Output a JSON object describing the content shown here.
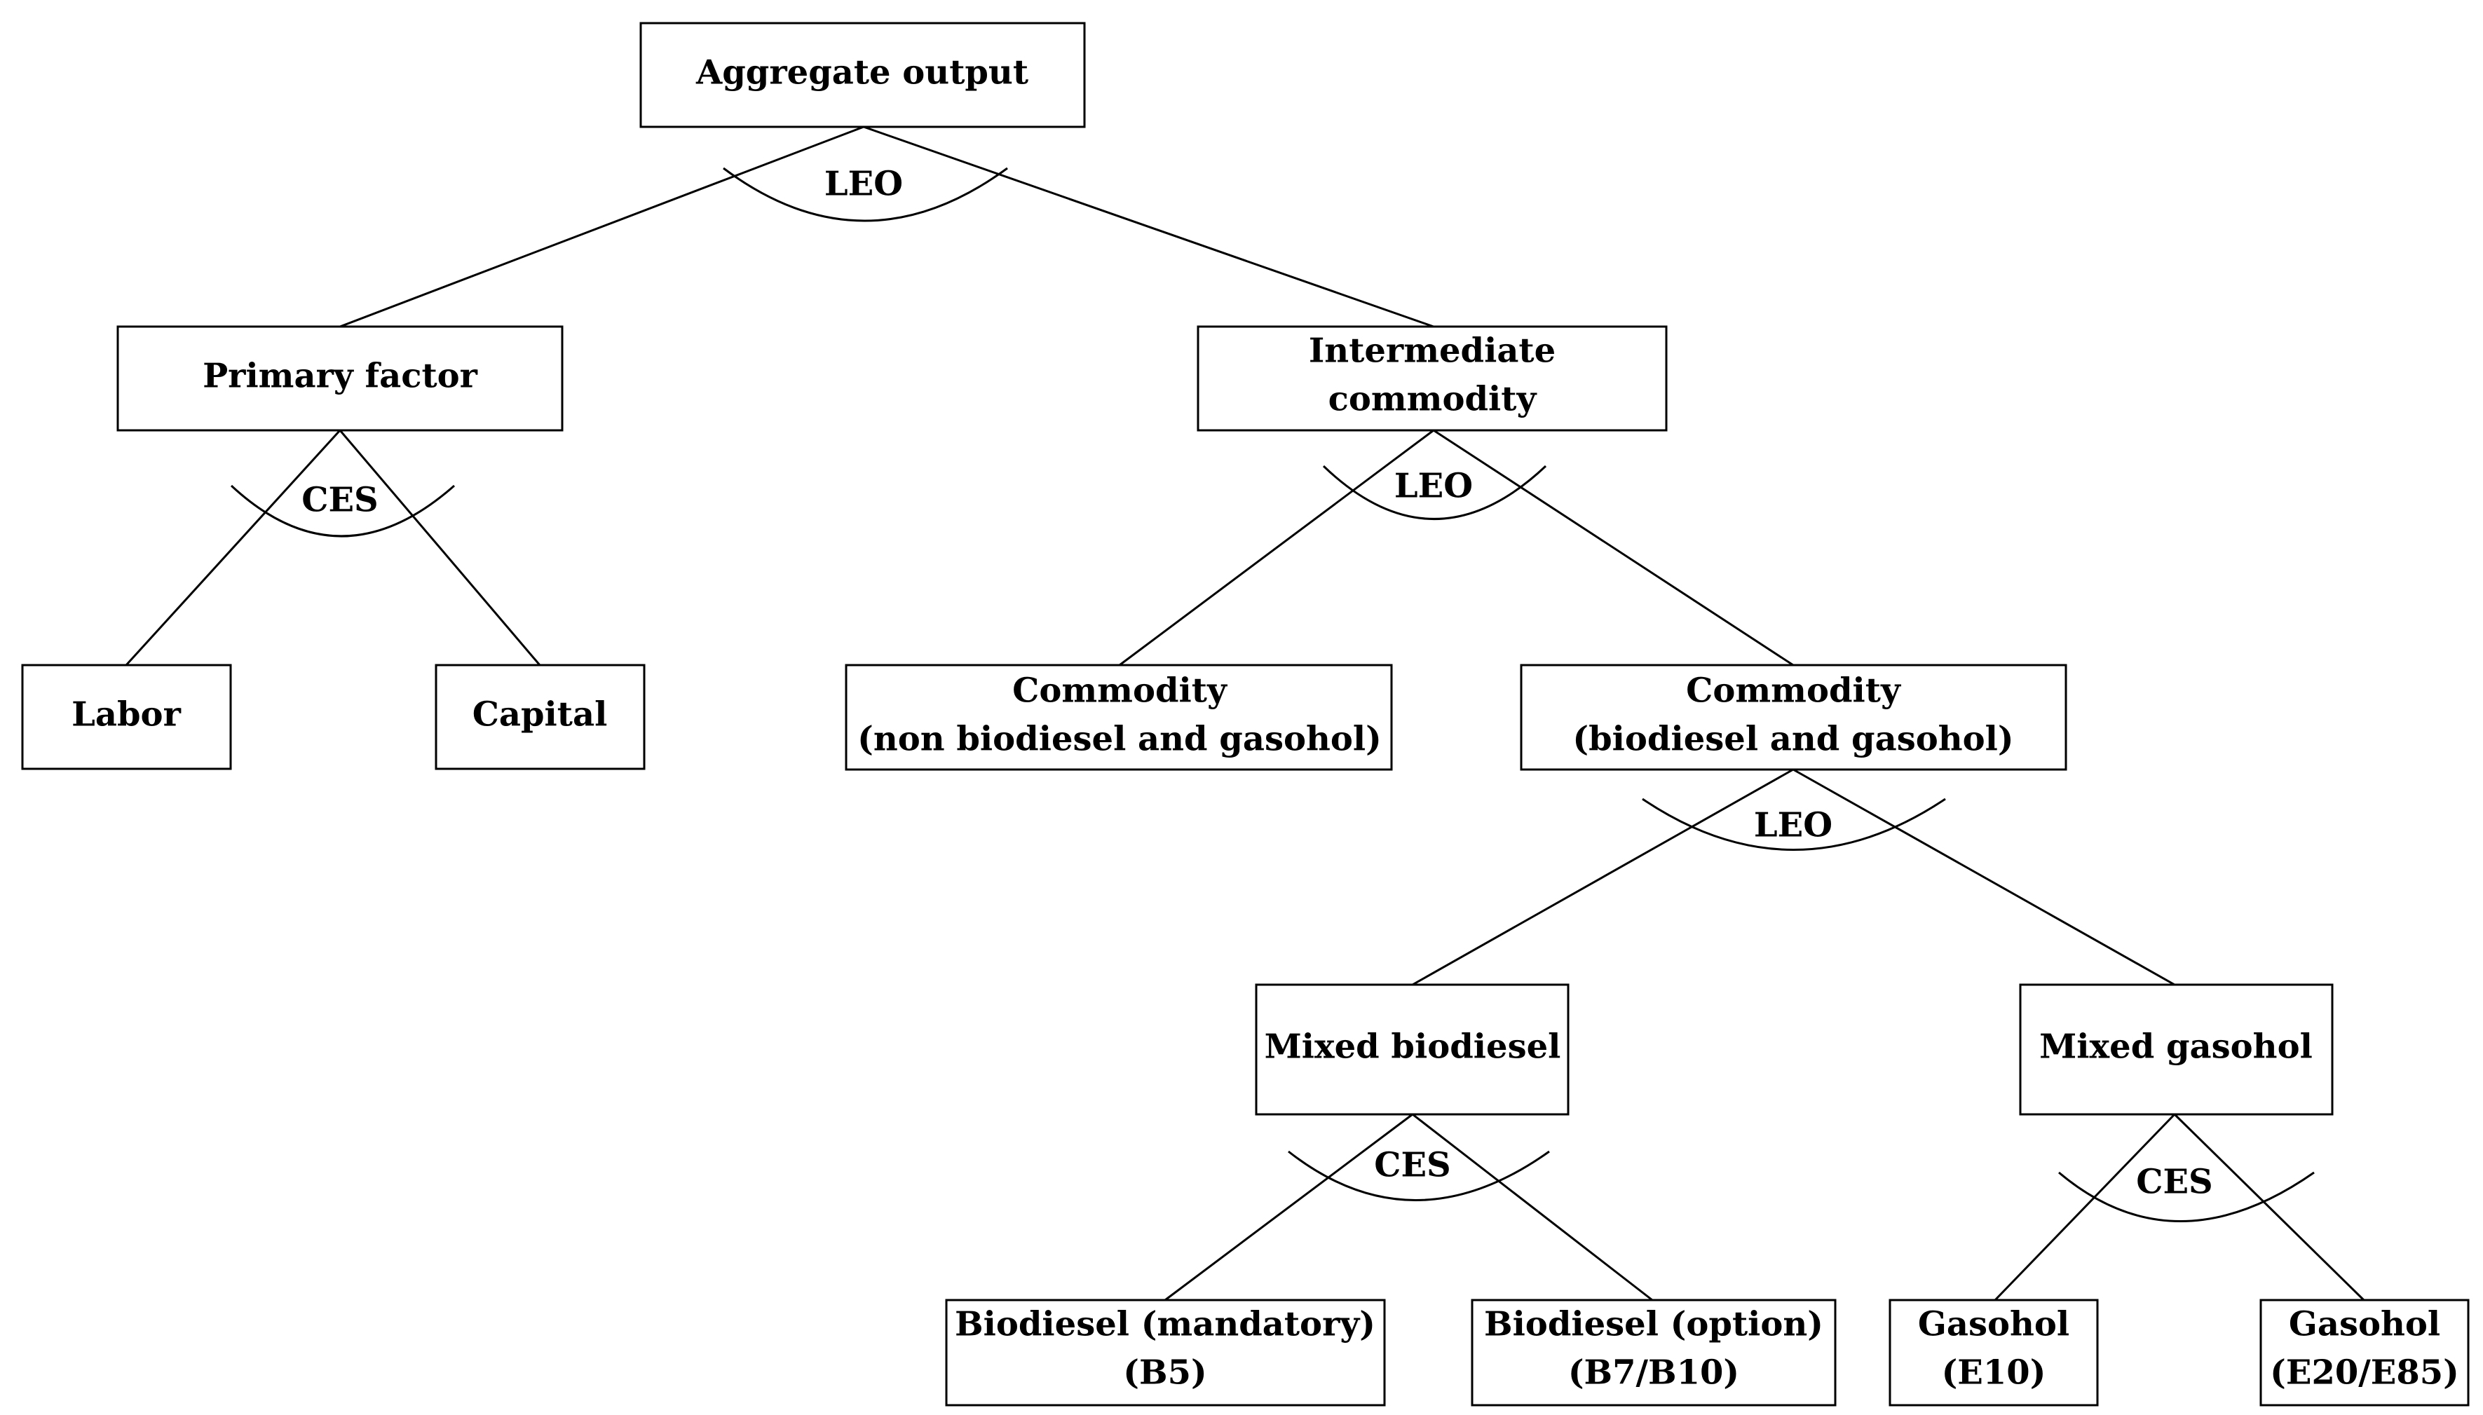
{
  "nodes": {
    "aggregate_output": {
      "lines": [
        "Aggregate output"
      ]
    },
    "primary_factor": {
      "lines": [
        "Primary factor"
      ]
    },
    "intermediate_commodity": {
      "lines": [
        "Intermediate",
        "commodity"
      ]
    },
    "labor": {
      "lines": [
        "Labor"
      ]
    },
    "capital": {
      "lines": [
        "Capital"
      ]
    },
    "commodity_non": {
      "lines": [
        "Commodity",
        "(non biodiesel and gasohol)"
      ]
    },
    "commodity_bio": {
      "lines": [
        "Commodity",
        "(biodiesel and gasohol)"
      ]
    },
    "mixed_biodiesel": {
      "lines": [
        "Mixed biodiesel"
      ]
    },
    "mixed_gasohol": {
      "lines": [
        "Mixed gasohol"
      ]
    },
    "biodiesel_mandatory": {
      "lines": [
        "Biodiesel (mandatory)",
        "(B5)"
      ]
    },
    "biodiesel_option": {
      "lines": [
        "Biodiesel (option)",
        "(B7/B10)"
      ]
    },
    "gasohol_e10": {
      "lines": [
        "Gasohol",
        "(E10)"
      ]
    },
    "gasohol_e20": {
      "lines": [
        "Gasohol",
        "(E20/E85)"
      ]
    }
  },
  "nests": [
    {
      "id": "leo-aggregate",
      "label": "LEO",
      "parent": "aggregate_output",
      "children": [
        "primary_factor",
        "intermediate_commodity"
      ]
    },
    {
      "id": "ces-primary",
      "label": "CES",
      "parent": "primary_factor",
      "children": [
        "labor",
        "capital"
      ]
    },
    {
      "id": "leo-intermediate",
      "label": "LEO",
      "parent": "intermediate_commodity",
      "children": [
        "commodity_non",
        "commodity_bio"
      ]
    },
    {
      "id": "leo-commodity",
      "label": "LEO",
      "parent": "commodity_bio",
      "children": [
        "mixed_biodiesel",
        "mixed_gasohol"
      ]
    },
    {
      "id": "ces-biodiesel",
      "label": "CES",
      "parent": "mixed_biodiesel",
      "children": [
        "biodiesel_mandatory",
        "biodiesel_option"
      ]
    },
    {
      "id": "ces-gasohol",
      "label": "CES",
      "parent": "mixed_gasohol",
      "children": [
        "gasohol_e10",
        "gasohol_e20"
      ]
    }
  ]
}
